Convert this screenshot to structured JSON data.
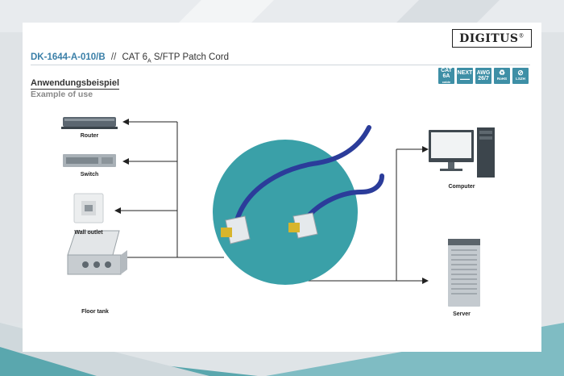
{
  "brand": {
    "logo": "DIGITUS",
    "reg": "®"
  },
  "header": {
    "product_code": "DK-1644-A-010/B",
    "separator": "//",
    "description_pre": "CAT 6",
    "description_sub": "A",
    "description_post": " S/FTP Patch Cord"
  },
  "section": {
    "title_de": "Anwendungsbeispiel",
    "title_en": "Example of use"
  },
  "badges": [
    {
      "line1": "CAT",
      "line2": "6A",
      "line3": "cable"
    },
    {
      "line1": "NEXT",
      "line2": "",
      "line3": ""
    },
    {
      "line1": "AWG",
      "line2": "26/7",
      "line3": ""
    },
    {
      "line1": "",
      "line2": "",
      "line3": "RoHS"
    },
    {
      "line1": "",
      "line2": "",
      "line3": "LSZH"
    }
  ],
  "devices": {
    "router": "Router",
    "switch": "Switch",
    "wall_outlet": "Wall outlet",
    "floor_tank": "Floor tank",
    "computer": "Computer",
    "server": "Server"
  },
  "colors": {
    "accent": "#3a7fa8",
    "teal_circle": "#3aa0a8",
    "cable": "#2b3c9a",
    "badge": "#3e8fa6"
  }
}
